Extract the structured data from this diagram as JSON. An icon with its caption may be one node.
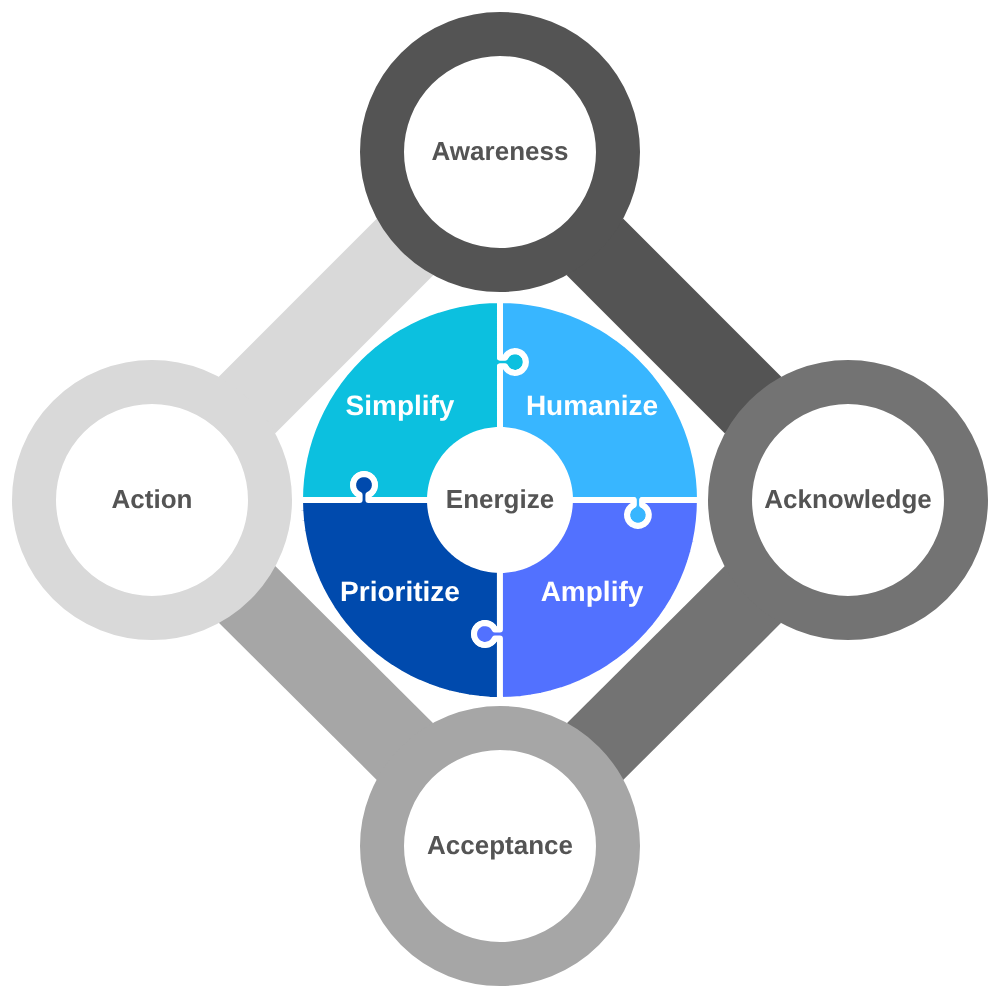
{
  "diagram": {
    "nodes": [
      {
        "text": [
          "Awareness"
        ]
      },
      {
        "text": [
          "Acknowledge"
        ]
      },
      {
        "text": [
          "Acceptance"
        ]
      },
      {
        "text": [
          "Action"
        ]
      },
      {
        "text": [
          "Energize"
        ]
      },
      {
        "text": [
          "Simplify"
        ]
      },
      {
        "text": [
          "Humanize"
        ]
      },
      {
        "text": [
          "Prioritize"
        ]
      },
      {
        "text": [
          "Amplify"
        ]
      }
    ],
    "edges": [
      {
        "from": 0,
        "to": 1,
        "arrow": "none",
        "color": "#545454"
      },
      {
        "from": 1,
        "to": 2,
        "arrow": "none",
        "color": "#737373"
      },
      {
        "from": 2,
        "to": 3,
        "arrow": "none",
        "color": "#a6a6a6"
      },
      {
        "from": 3,
        "to": 0,
        "arrow": "none",
        "color": "#d9d9d9"
      }
    ]
  }
}
